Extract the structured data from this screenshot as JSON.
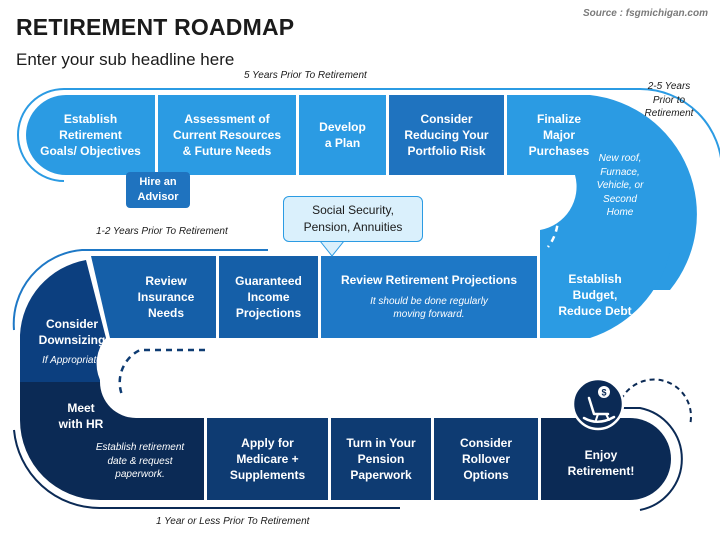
{
  "header": {
    "title": "RETIREMENT ROADMAP",
    "subtitle": "Enter your sub headline here",
    "source": "Source : fsgmichigan.com"
  },
  "timeline_notes": {
    "top": "5 Years Prior To Retirement",
    "right_line1": "2-5 Years",
    "right_line2": "Prior to",
    "right_line3": "Retirement",
    "middle": "1-2 Years Prior To Retirement",
    "bottom": "1 Year or Less Prior To Retirement"
  },
  "row1": [
    {
      "line1": "Establish",
      "line2": "Retirement",
      "line3": "Goals/ Objectives"
    },
    {
      "line1": "Assessment of",
      "line2": "Current Resources",
      "line3": "& Future Needs"
    },
    {
      "line1": "Develop",
      "line2": "a Plan"
    },
    {
      "line1": "Consider",
      "line2": "Reducing Your",
      "line3": "Portfolio Risk"
    },
    {
      "line1": "Finalize",
      "line2": "Major",
      "line3": "Purchases"
    }
  ],
  "purchases_note": {
    "line1": "New roof,",
    "line2": "Furnace,",
    "line3": "Vehicle, or",
    "line4": "Second",
    "line5": "Home"
  },
  "advisor": {
    "line1": "Hire an",
    "line2": "Advisor"
  },
  "callout": {
    "line1": "Social Security,",
    "line2": "Pension, Annuities"
  },
  "row2": {
    "budget": {
      "line1": "Establish",
      "line2": "Budget,",
      "line3": "Reduce Debt"
    },
    "projections": {
      "title": "Review Retirement Projections",
      "sub1": "It should be done regularly",
      "sub2": "moving forward."
    },
    "income": {
      "line1": "Guaranteed",
      "line2": "Income",
      "line3": "Projections"
    },
    "insurance": {
      "line1": "Review",
      "line2": "Insurance",
      "line3": "Needs"
    },
    "downsizing": {
      "line1": "Consider",
      "line2": "Downsizing",
      "note": "If Appropriate"
    }
  },
  "row3": {
    "hr": {
      "line1": "Meet",
      "line2": "with HR",
      "sub1": "Establish retirement",
      "sub2": "date & request",
      "sub3": "paperwork."
    },
    "medicare": {
      "line1": "Apply for",
      "line2": "Medicare +",
      "line3": "Supplements"
    },
    "pension": {
      "line1": "Turn in Your",
      "line2": "Pension",
      "line3": "Paperwork"
    },
    "rollover": {
      "line1": "Consider",
      "line2": "Rollover",
      "line3": "Options"
    },
    "enjoy": {
      "line1": "Enjoy",
      "line2": "Retirement!"
    }
  },
  "icons": {
    "retirement": "rocking-chair-dollar-icon"
  },
  "colors": {
    "row1_light": "#2b9be3",
    "row1_mid": "#1f73bf",
    "row1_dark": "#0f5fa8",
    "row2_light": "#1e78c6",
    "row2_dark": "#0c3f7f",
    "row3_dark": "#0b2a55",
    "row3_mid": "#0e3b72",
    "callout_bg": "#daf0fc"
  }
}
